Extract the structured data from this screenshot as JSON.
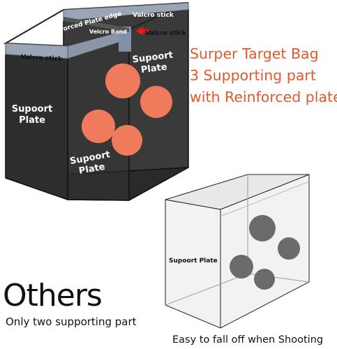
{
  "colors": {
    "accent_orange": "#e2582a",
    "plate_dark": "#2f2f2f",
    "velcro_strip": "#9aa6b8",
    "dot_orange": "#f07a5c",
    "dot_gray": "#6b6b6b"
  },
  "top_product": {
    "labels": {
      "reinforced_plate_edge": "Reinforced Plate edge",
      "velcro_band": "Velcro Band",
      "velcro_stick_top": "Valcro stick",
      "velcro_stick_right": "Valcro stick",
      "velcro_stick_left": "Valcro stick",
      "support_plate_left": "Supoort Plate",
      "support_plate_right": "Supoort Plate",
      "support_plate_bottom": "Supoort Plate"
    }
  },
  "headline": {
    "line1": "Surper Target Bag",
    "line2": "3 Supporting part",
    "line3": "with Reinforced plate"
  },
  "others_product": {
    "support_plate_label": "Supoort Plate"
  },
  "others_section": {
    "title": "Others",
    "subtitle": "Only two supporting part",
    "caption": "Easy to fall off when Shooting"
  }
}
